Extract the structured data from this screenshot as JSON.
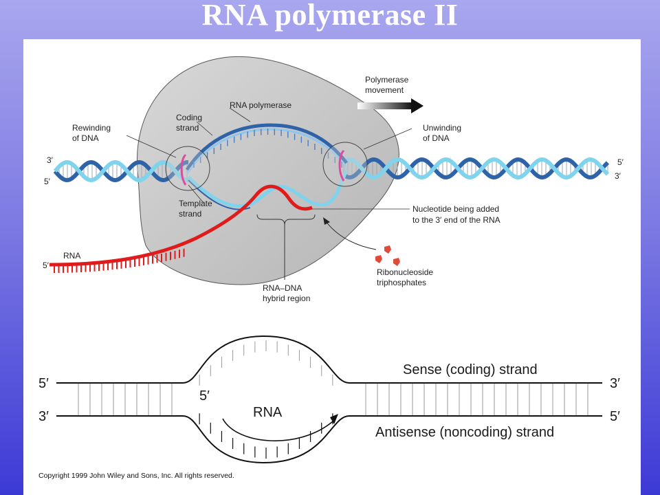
{
  "slide": {
    "title": "RNA polymerase II"
  },
  "top_diagram": {
    "labels": {
      "rna_polymerase": "RNA polymerase",
      "coding_strand_1": "Coding",
      "coding_strand_2": "strand",
      "rewinding_1": "Rewinding",
      "rewinding_2": "of DNA",
      "template_1": "Template",
      "template_2": "strand",
      "unwinding_1": "Unwinding",
      "unwinding_2": "of DNA",
      "movement_1": "Polymerase",
      "movement_2": "movement",
      "nucleotide_1": "Nucleotide being added",
      "nucleotide_2": "to the 3′ end of the RNA",
      "rna": "RNA",
      "ribo_1": "Ribonucleoside",
      "ribo_2": "triphosphates",
      "hybrid_1": "RNA–DNA",
      "hybrid_2": "hybrid region"
    },
    "ends": {
      "left_top": "3′",
      "left_bottom": "5′",
      "right_top": "5′",
      "right_bottom": "3′",
      "rna_end": "5′"
    }
  },
  "bottom_diagram": {
    "left_top": "5′",
    "left_bottom": "3′",
    "right_top": "3′",
    "right_bottom": "5′",
    "rna_start": "5′",
    "rna_label": "RNA",
    "sense_label": "Sense (coding) strand",
    "antisense_label": "Antisense (noncoding) strand"
  },
  "copyright": "Copyright 1999 John Wiley and Sons, Inc. All rights reserved.",
  "colors": {
    "dna_dark": "#2f63a8",
    "dna_light": "#7fd3ec",
    "rna_red": "#e01b1b",
    "enzyme_gray": "#c9c9c9"
  }
}
